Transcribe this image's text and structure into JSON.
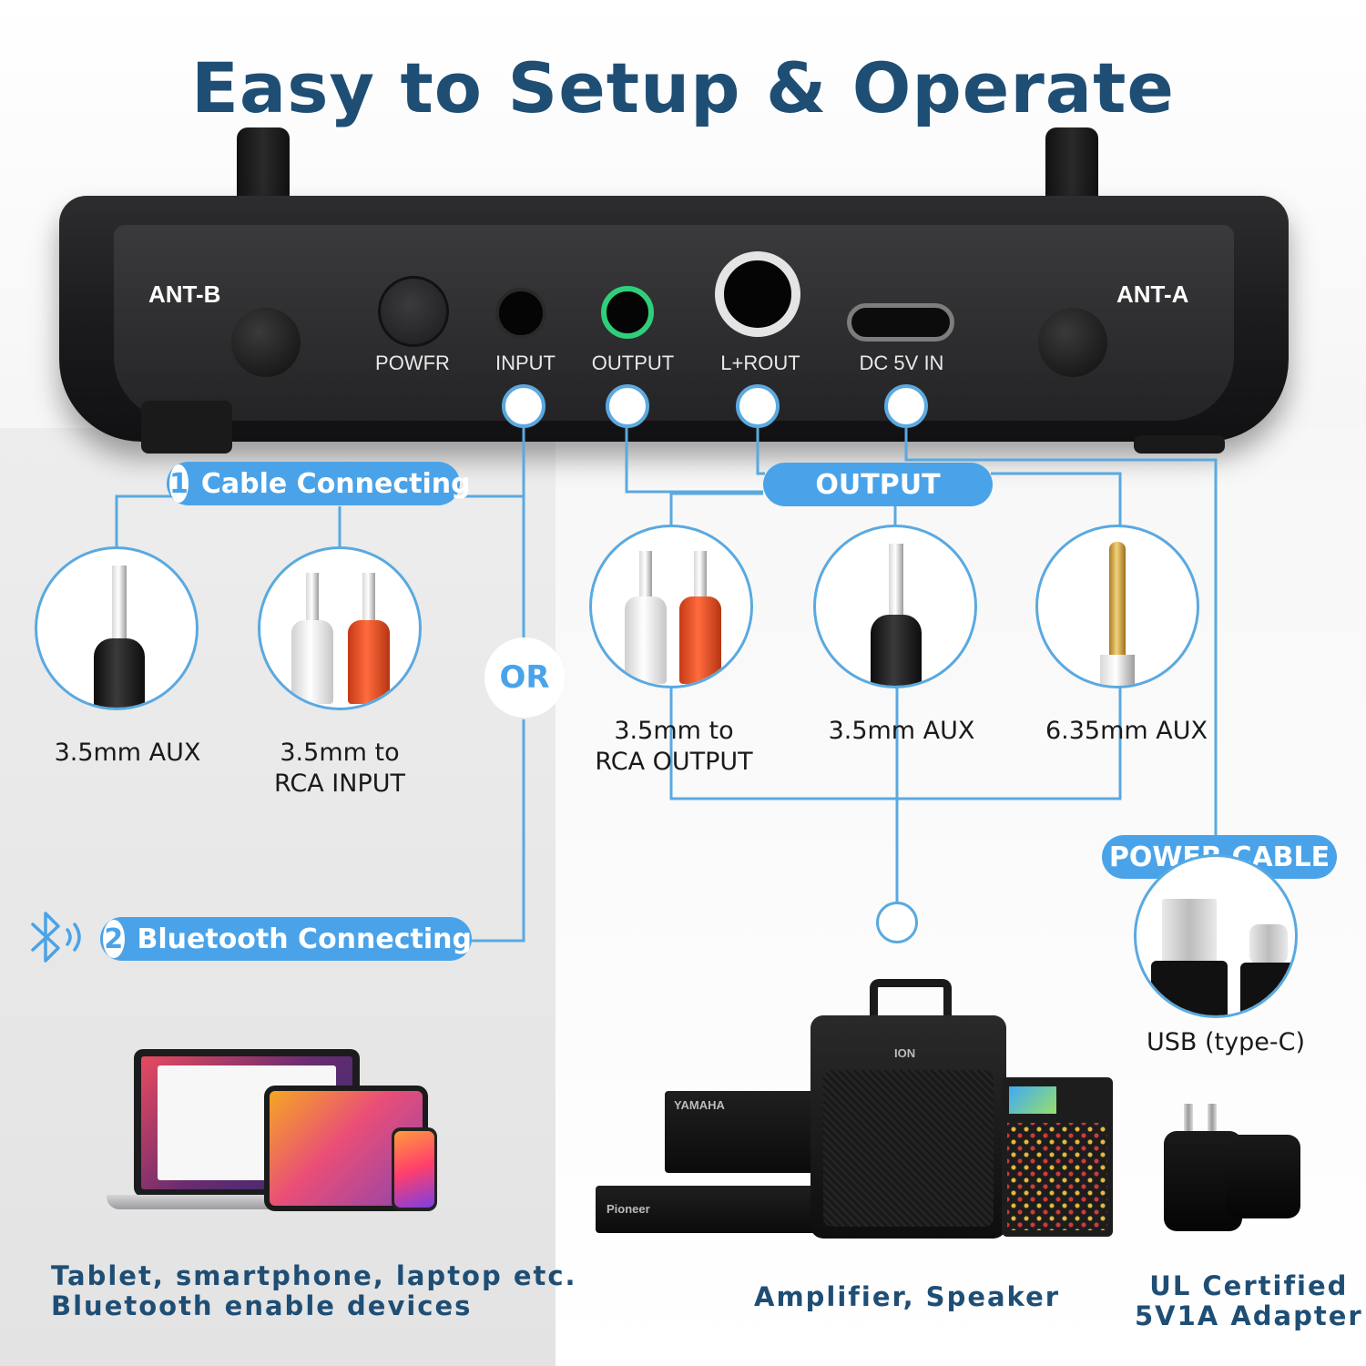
{
  "title": "Easy to Setup & Operate",
  "device": {
    "ant_b": "ANT-B",
    "ant_a": "ANT-A",
    "ports": [
      "POWFR",
      "INPUT",
      "OUTPUT",
      "L+ROUT",
      "DC 5V IN"
    ]
  },
  "cable_connecting": {
    "number": "1",
    "label": "Cable Connecting"
  },
  "bluetooth_connecting": {
    "number": "2",
    "label": "Bluetooth Connecting"
  },
  "or_label": "OR",
  "output_label": "OUTPUT",
  "power_cable_label": "POWER CABLE",
  "inputs": [
    {
      "line1": "3.5mm AUX",
      "line2": ""
    },
    {
      "line1": "3.5mm to",
      "line2": "RCA INPUT"
    }
  ],
  "outputs": [
    {
      "line1": "3.5mm to",
      "line2": "RCA OUTPUT"
    },
    {
      "line1": "3.5mm AUX",
      "line2": ""
    },
    {
      "line1": "6.35mm AUX",
      "line2": ""
    }
  ],
  "usb_caption": "USB (type-C)",
  "bottom": {
    "bluetooth_devices": [
      "Tablet, smartphone, laptop etc.",
      "Bluetooth enable devices"
    ],
    "amplifier": "Amplifier, Speaker",
    "adapter": [
      "UL Certified",
      "5V1A Adapter"
    ]
  },
  "brands": {
    "speaker": "ION",
    "receiver": "YAMAHA",
    "dvd": "Pioneer"
  },
  "colors": {
    "accent": "#4aa3e8",
    "title": "#1f4e75",
    "line": "#5aa9e0",
    "rca_red": "#e4502a"
  },
  "icons": [
    "bluetooth-icon",
    "usb-a-plug-icon",
    "usb-c-plug-icon",
    "power-adapter-icon"
  ]
}
